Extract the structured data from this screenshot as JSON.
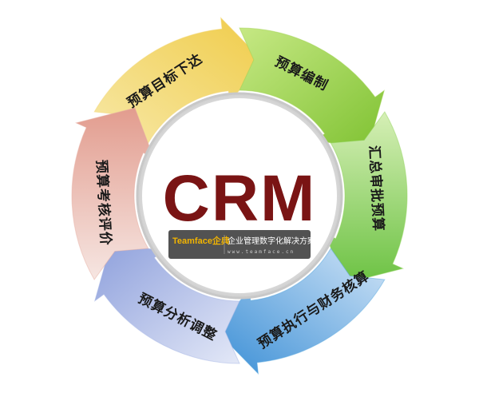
{
  "center": {
    "title": "CRM",
    "brand_name": "Teamface企典",
    "brand_slogan": "企业管理数字化解决方案",
    "brand_url": "www.teamface.cn"
  },
  "cycle_steps": [
    {
      "label": "预算目标下达",
      "color": "#f3d779"
    },
    {
      "label": "预算编制",
      "color": "#9fd24f"
    },
    {
      "label": "汇总审批预算",
      "color": "#8fd45a"
    },
    {
      "label": "预算执行与财务核算",
      "color": "#5aa9df"
    },
    {
      "label": "预算分析调整",
      "color": "#a5b6e6"
    },
    {
      "label": "预算考核评价",
      "color": "#e8b0a4"
    }
  ]
}
